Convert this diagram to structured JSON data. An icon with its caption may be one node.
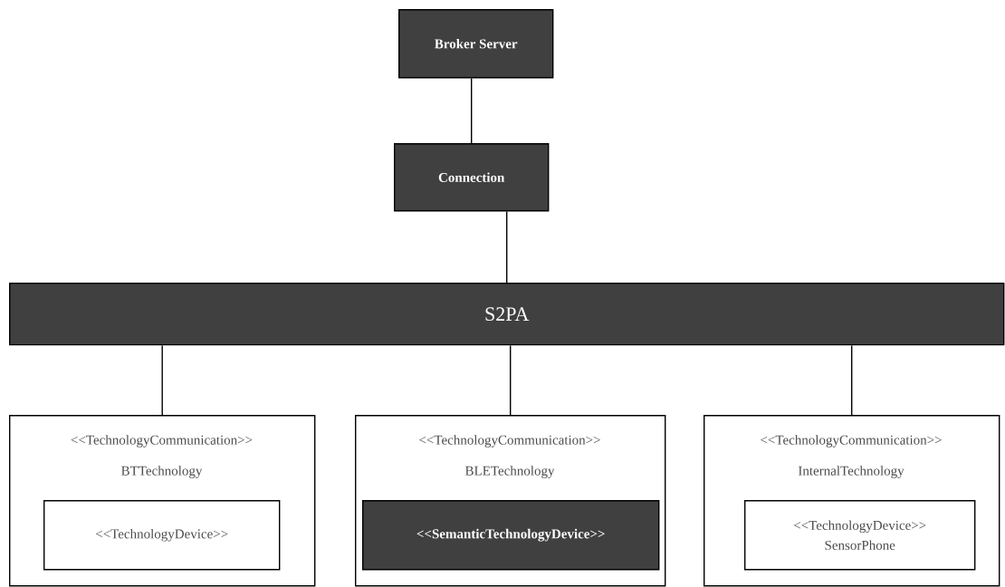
{
  "diagram": {
    "nodes": [
      {
        "text": [
          "Broker Server"
        ]
      },
      {
        "text": [
          "Connection"
        ]
      },
      {
        "text": [
          "S2PA"
        ]
      },
      {
        "text": [
          "<<TechnologyCommunication>>",
          "BTTechnology"
        ]
      },
      {
        "text": [
          "<<TechnologyDevice>>"
        ],
        "in": 3
      },
      {
        "text": [
          "<<TechnologyCommunication>>",
          "BLETechnology"
        ]
      },
      {
        "text": [
          "<<SemanticTechnologyDevice>>"
        ],
        "in": 5
      },
      {
        "text": [
          "<<TechnologyCommunication>>",
          "InternalTechnology"
        ]
      },
      {
        "text": [
          "<<TechnologyDevice>>",
          "SensorPhone"
        ],
        "in": 7
      }
    ],
    "edges": [
      {
        "from": 0,
        "to": 1,
        "arrow": "none"
      },
      {
        "from": 1,
        "to": 2,
        "arrow": "none"
      },
      {
        "from": 2,
        "to": 3,
        "arrow": "none"
      },
      {
        "from": 2,
        "to": 5,
        "arrow": "none"
      },
      {
        "from": 2,
        "to": 7,
        "arrow": "none"
      }
    ]
  }
}
